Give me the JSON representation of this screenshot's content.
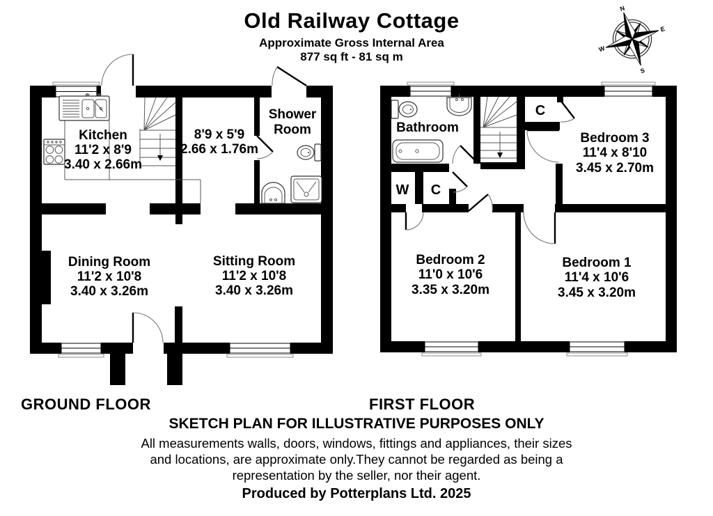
{
  "header": {
    "title": "Old Railway Cottage",
    "subtitle": "Approximate Gross Internal Area",
    "area": "877 sq ft - 81 sq m"
  },
  "compass": {
    "n": "N",
    "e": "E",
    "s": "S",
    "w": "W"
  },
  "ground_floor": {
    "label": "GROUND FLOOR",
    "kitchen": {
      "name": "Kitchen",
      "dims_ft": "11'2 x 8'9",
      "dims_m": "3.40 x 2.66m"
    },
    "hall": {
      "dims_ft": "8'9 x 5'9",
      "dims_m": "2.66 x 1.76m"
    },
    "shower": {
      "name_line1": "Shower",
      "name_line2": "Room"
    },
    "dining": {
      "name": "Dining Room",
      "dims_ft": "11'2 x 10'8",
      "dims_m": "3.40 x 3.26m"
    },
    "sitting": {
      "name": "Sitting Room",
      "dims_ft": "11'2 x 10'8",
      "dims_m": "3.40 x 3.26m"
    }
  },
  "first_floor": {
    "label": "FIRST FLOOR",
    "bathroom": {
      "name": "Bathroom"
    },
    "bedroom1": {
      "name": "Bedroom 1",
      "dims_ft": "11'4 x 10'6",
      "dims_m": "3.45 x 3.20m"
    },
    "bedroom2": {
      "name": "Bedroom 2",
      "dims_ft": "11'0 x 10'6",
      "dims_m": "3.35 x 3.20m"
    },
    "bedroom3": {
      "name": "Bedroom 3",
      "dims_ft": "11'4 x 8'10",
      "dims_m": "3.45 x 2.70m"
    },
    "wardrobe_label": "W",
    "cupboard_landing_label": "C",
    "cupboard_bedroom3_label": "C"
  },
  "footer": {
    "disclaimer_title": "SKETCH PLAN FOR ILLUSTRATIVE PURPOSES ONLY",
    "disclaimer_line1": "All measurements walls, doors, windows, fittings and appliances, their sizes",
    "disclaimer_line2": "and locations, are approximate only.They cannot be regarded as being a",
    "disclaimer_line3": "representation by the seller, nor their agent.",
    "produced_by": "Produced by Potterplans Ltd. 2025"
  },
  "colors": {
    "wall": "#000000",
    "background": "#ffffff"
  }
}
